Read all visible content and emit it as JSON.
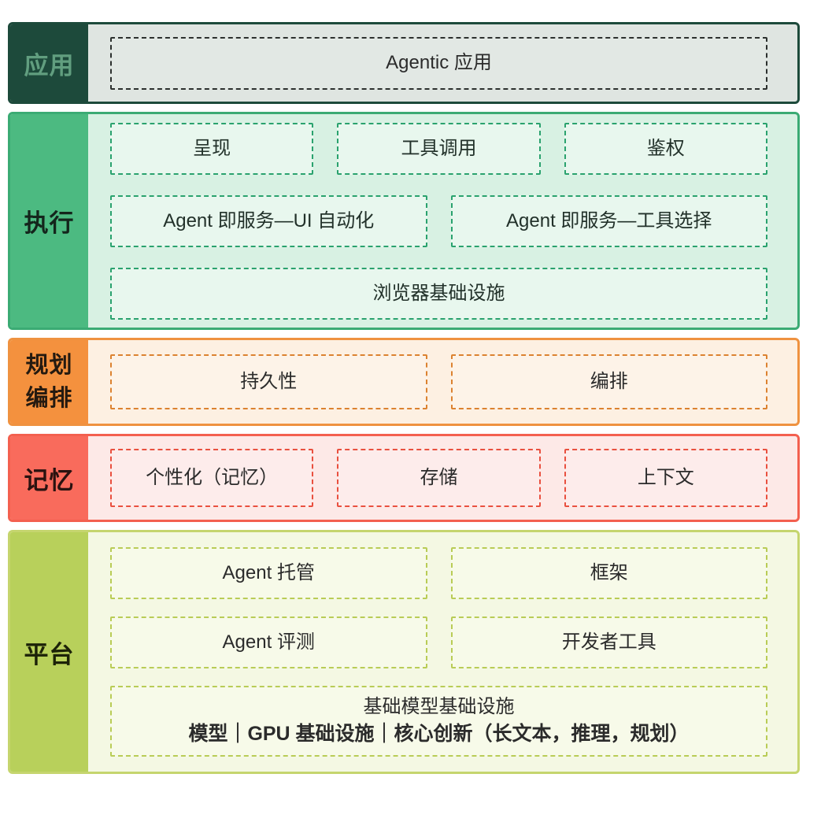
{
  "layers": [
    {
      "label": "应用",
      "accent": "#1d4a3b",
      "body_tint": "#dfe5e1",
      "rows": [
        [
          "Agentic 应用"
        ]
      ]
    },
    {
      "label": "执行",
      "accent": "#4cba81",
      "body_tint": "#d8f1e3",
      "rows": [
        [
          "呈现",
          "工具调用",
          "鉴权"
        ],
        [
          "Agent 即服务—UI 自动化",
          "Agent 即服务—工具选择"
        ],
        [
          "浏览器基础设施"
        ]
      ]
    },
    {
      "label": "规划编排",
      "label_lines": [
        "规划",
        "编排"
      ],
      "accent": "#f4913e",
      "body_tint": "#fdf0e2",
      "rows": [
        [
          "持久性",
          "编排"
        ]
      ]
    },
    {
      "label": "记忆",
      "accent": "#f96b5c",
      "body_tint": "#fde9e7",
      "rows": [
        [
          "个性化（记忆）",
          "存储",
          "上下文"
        ]
      ]
    },
    {
      "label": "平台",
      "accent": "#b8d05b",
      "body_tint": "#f4f8e3",
      "rows": [
        [
          "Agent 托管",
          "框架"
        ],
        [
          "Agent 评测",
          "开发者工具"
        ]
      ],
      "footer_box": {
        "title": "基础模型基础设施",
        "subtitle": "模型｜GPU 基础设施｜核心创新（长文本，推理，规划）"
      }
    }
  ]
}
